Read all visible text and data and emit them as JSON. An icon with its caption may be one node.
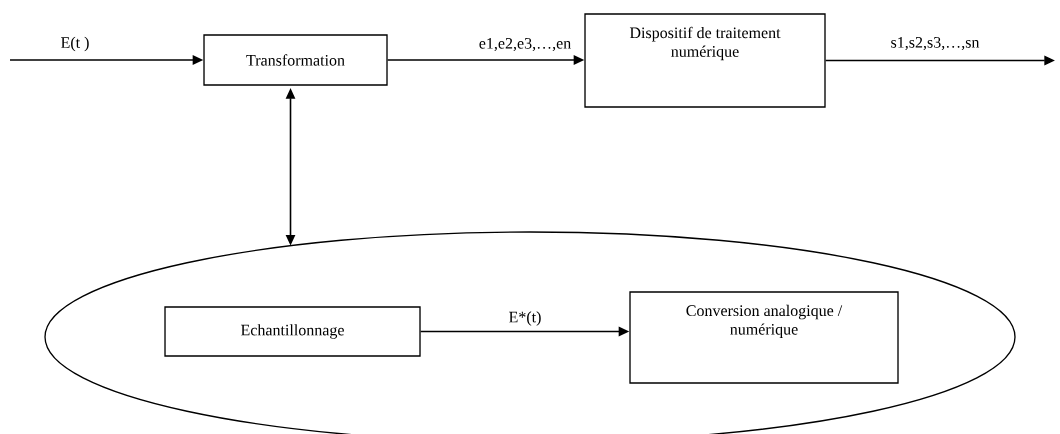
{
  "diagram": {
    "nodes": [
      {
        "text": [
          "Transformation"
        ]
      },
      {
        "text": [
          "Dispositif de traitement numérique"
        ]
      },
      {
        "text": [],
        "shape": "ellipse"
      },
      {
        "text": [
          "Echantillonnage"
        ],
        "in": 2
      },
      {
        "text": [
          "Conversion analogique / numérique"
        ],
        "in": 2
      }
    ],
    "edges": [
      {
        "from": null,
        "to": 0,
        "arrow": "to",
        "label": "E(t )"
      },
      {
        "from": 0,
        "to": 1,
        "arrow": "to",
        "label": "e1,e2,e3,…,en"
      },
      {
        "from": 1,
        "to": null,
        "arrow": "to",
        "label": "s1,s2,s3,…,sn"
      },
      {
        "from": 0,
        "to": 2,
        "arrow": "both"
      },
      {
        "from": 3,
        "to": 4,
        "arrow": "to",
        "label": "E*(t)"
      }
    ]
  }
}
